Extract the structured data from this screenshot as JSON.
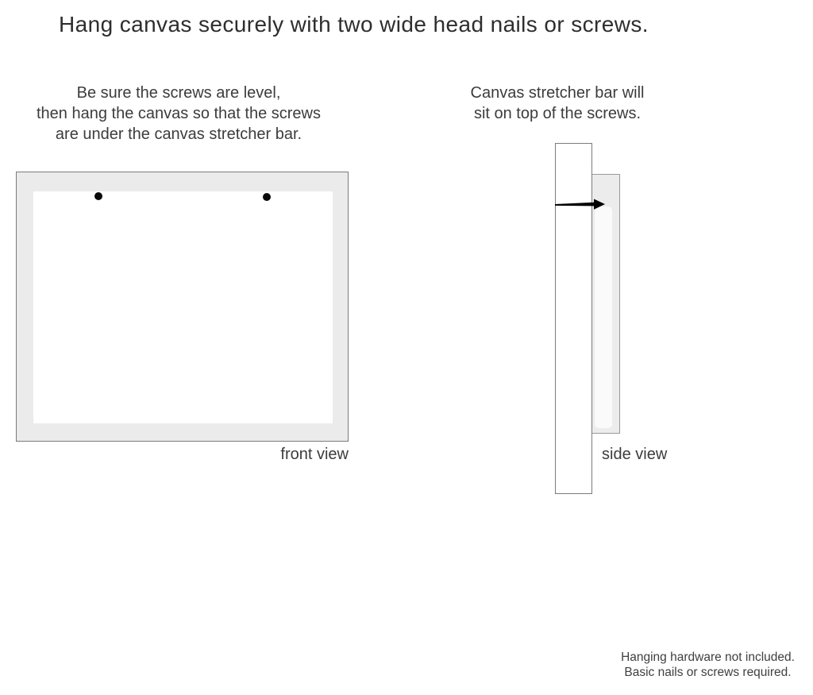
{
  "title": "Hang canvas securely with two wide head nails or screws.",
  "instructions": {
    "front": {
      "lines": [
        "Be sure the screws are level,",
        "then hang the canvas so that the screws",
        "are under the canvas stretcher bar."
      ]
    },
    "side": {
      "lines": [
        "Canvas stretcher bar will",
        "sit on top of the screws."
      ]
    }
  },
  "figures": {
    "front_view": {
      "label": "front view",
      "screw_count": 2
    },
    "side_view": {
      "label": "side view"
    }
  },
  "footnote": {
    "lines": [
      "Hanging hardware not included.",
      "Basic nails or screws required."
    ]
  },
  "colors": {
    "background": "#ffffff",
    "text": "#3a3a3a",
    "canvas_matte": "#ebebeb",
    "figure_border": "#7b7b7b",
    "side_canvas_border": "#9a9a9a",
    "screw": "#0a0a0a",
    "nail": "#000000"
  }
}
